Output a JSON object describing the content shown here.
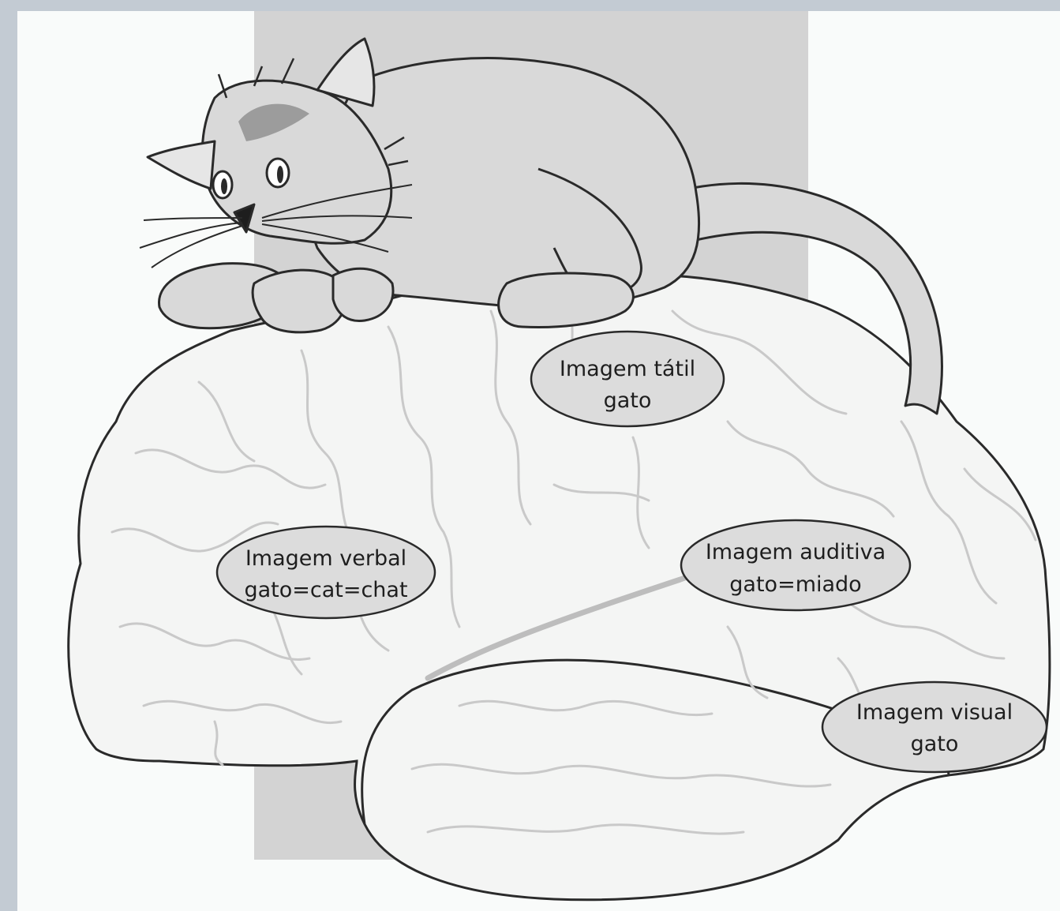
{
  "diagram": {
    "colors": {
      "page_background": "#c3cbd3",
      "panel": "#f9fbfa",
      "backdrop": "#d3d3d3",
      "brain_fill": "#f4f5f4",
      "brain_outline": "#2a2a2a",
      "gyri_lines": "#c9c9c9",
      "cat_fill": "#d9d9d9",
      "bubble_fill": "#dcdcdc"
    },
    "labels": [
      {
        "line1": "Imagem tátil",
        "line2": "gato"
      },
      {
        "line1": "Imagem verbal",
        "line2": "gato=cat=chat"
      },
      {
        "line1": "Imagem auditiva",
        "line2": "gato=miado"
      },
      {
        "line1": "Imagem visual",
        "line2": "gato"
      }
    ]
  }
}
